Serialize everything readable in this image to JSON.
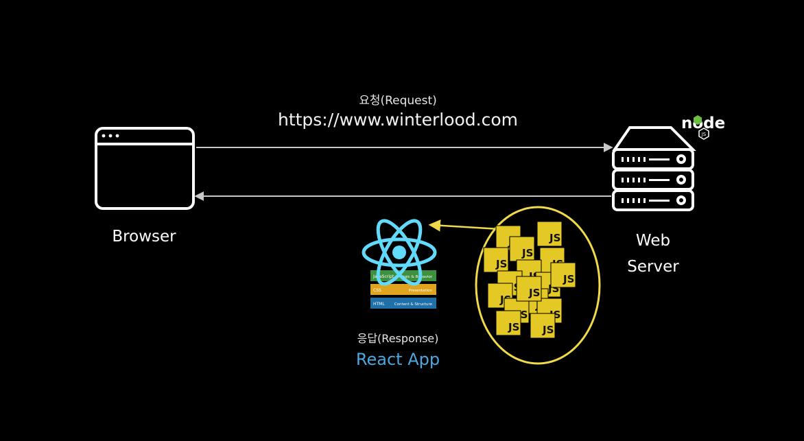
{
  "request": {
    "label": "요청(Request)",
    "url": "https://www.winterlood.com"
  },
  "browser": {
    "label": "Browser",
    "icon": "browser-window-icon"
  },
  "server": {
    "label": "Web Server",
    "icon": "server-rack-icon",
    "runtime_logo": "node",
    "runtime_badge": "JS"
  },
  "response": {
    "label": "응답(Response)",
    "app_label": "React App",
    "app_color": "#4aa7e0"
  },
  "react_stack": {
    "icon": "react-atom-icon",
    "layers": [
      {
        "name": "JavaScript",
        "caption": "Logic & Behavior",
        "color": "#3e8f3e"
      },
      {
        "name": "CSS",
        "caption": "Presentation",
        "color": "#e0a41e"
      },
      {
        "name": "HTML",
        "caption": "Content & Structure",
        "color": "#1f6fa8"
      }
    ],
    "atom_color": "#61dafb"
  },
  "bundle": {
    "tile_text": "JS",
    "tile_color": "#e4c826",
    "outline_color": "#f0d94a",
    "tile_count": 16
  },
  "colors": {
    "background": "#000000",
    "line": "#bfbfbf",
    "arrow_yellow": "#f0d94a"
  }
}
